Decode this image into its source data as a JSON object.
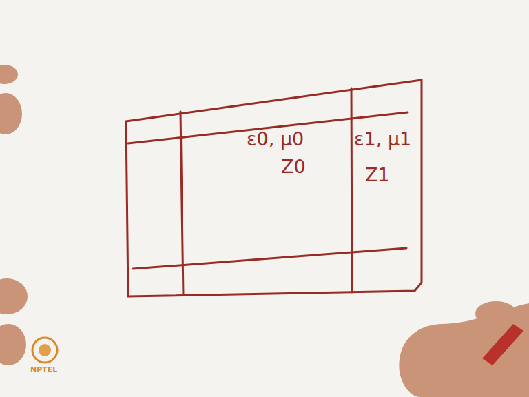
{
  "diagram": {
    "nodes": [
      {
        "text": [
          "ε0, μ0",
          "Z0"
        ]
      },
      {
        "text": [
          "ε1, μ1",
          "Z1"
        ]
      }
    ],
    "labels": [
      "NPTEL"
    ]
  }
}
